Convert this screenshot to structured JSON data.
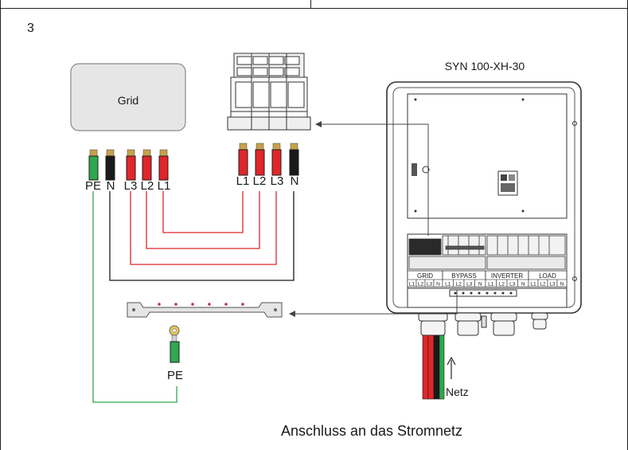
{
  "step_number": "3",
  "grid_box_label": "Grid",
  "device_model": "SYN 100-XH-30",
  "grid_side_terminals": [
    "PE",
    "N",
    "L3",
    "L2",
    "L1"
  ],
  "breaker_side_terminals": [
    "L1",
    "L2",
    "L3",
    "N"
  ],
  "ground_label": "PE",
  "cable_label": "Netz",
  "panel_groups": [
    "GRID",
    "BYPASS",
    "INVERTER",
    "LOAD"
  ],
  "panel_terminals": [
    "L1",
    "L2",
    "L3",
    "N"
  ],
  "caption": "Anschluss an das Stromnetz",
  "colors": {
    "red_wire": "#e0262a",
    "black_wire": "#1a1a1a",
    "green_wire": "#2fa84f",
    "grid_box_fill": "#e6e6e6",
    "frame_line": "#222222"
  }
}
